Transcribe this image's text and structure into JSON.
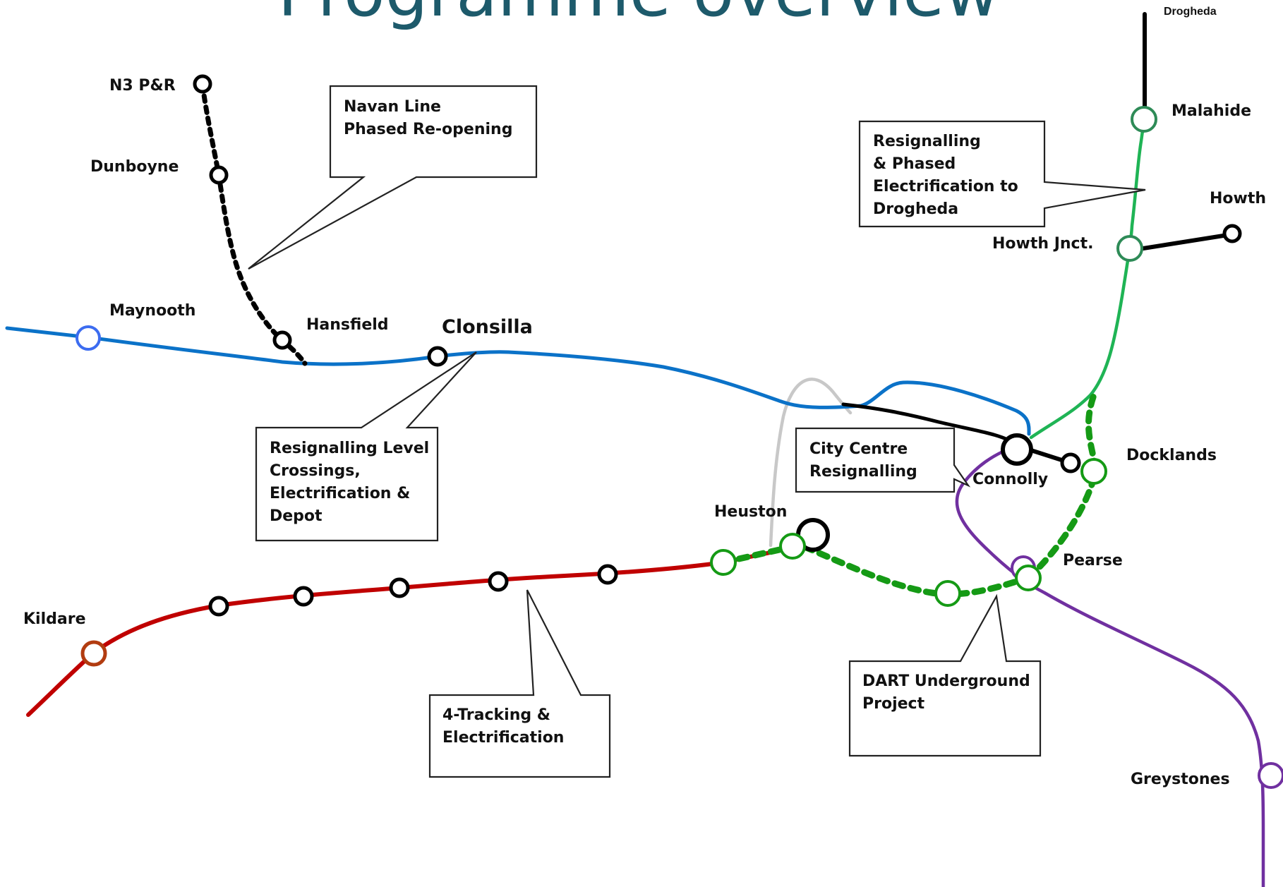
{
  "title": "Programme overview",
  "colors": {
    "maynooth_line": "#0b72c8",
    "kildare_line": "#c00000",
    "dart_green": "#159a15",
    "northern_line": "#1fb455",
    "southeast_line": "#7030a0",
    "navan_line": "#000000",
    "black_line": "#000000",
    "grey_line": "#c8c8c8",
    "title": "#1d5a6b"
  },
  "stations": {
    "drogheda": "Drogheda",
    "malahide": "Malahide",
    "howth": "Howth",
    "howth_jnct": "Howth Jnct.",
    "n3_pr": "N3 P&R",
    "dunboyne": "Dunboyne",
    "maynooth": "Maynooth",
    "hansfield": "Hansfield",
    "clonsilla": "Clonsilla",
    "docklands": "Docklands",
    "connolly": "Connolly",
    "heuston": "Heuston",
    "pearse": "Pearse",
    "kildare": "Kildare",
    "greystones": "Greystones"
  },
  "callouts": {
    "navan": [
      "Navan Line",
      "Phased Re-opening"
    ],
    "northern": [
      "Resignalling",
      "& Phased",
      "Electrification to",
      "Drogheda"
    ],
    "maynooth": [
      "Resignalling Level",
      "Crossings,",
      "Electrification &",
      "Depot"
    ],
    "city": [
      "City Centre",
      "Resignalling"
    ],
    "kildare": [
      "4-Tracking &",
      "Electrification"
    ],
    "dart": [
      "DART Underground",
      "Project"
    ]
  }
}
